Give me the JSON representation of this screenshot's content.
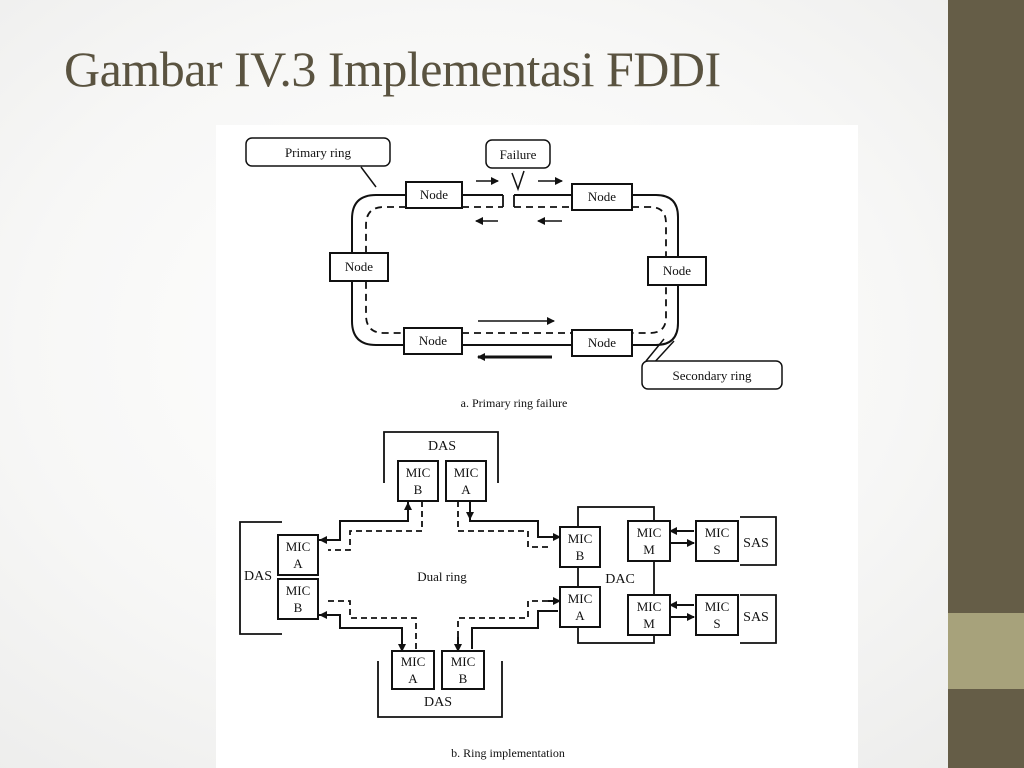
{
  "slide": {
    "title": "Gambar IV.3 Implementasi FDDI"
  },
  "diagram_a": {
    "callout_primary": "Primary ring",
    "callout_failure": "Failure",
    "callout_secondary": "Secondary ring",
    "node_label": "Node",
    "caption": "a. Primary ring failure"
  },
  "diagram_b": {
    "das_label": "DAS",
    "dac_label": "DAC",
    "sas_label": "SAS",
    "dual_ring_label": "Dual ring",
    "mic_label": "MIC",
    "port_a": "A",
    "port_b": "B",
    "port_m": "M",
    "port_s": "S",
    "caption": "b. Ring implementation"
  },
  "colors": {
    "sidebar": "#655d47",
    "sidebar_accent": "#a7a27b",
    "title": "#5a5340",
    "ink": "#111111"
  }
}
